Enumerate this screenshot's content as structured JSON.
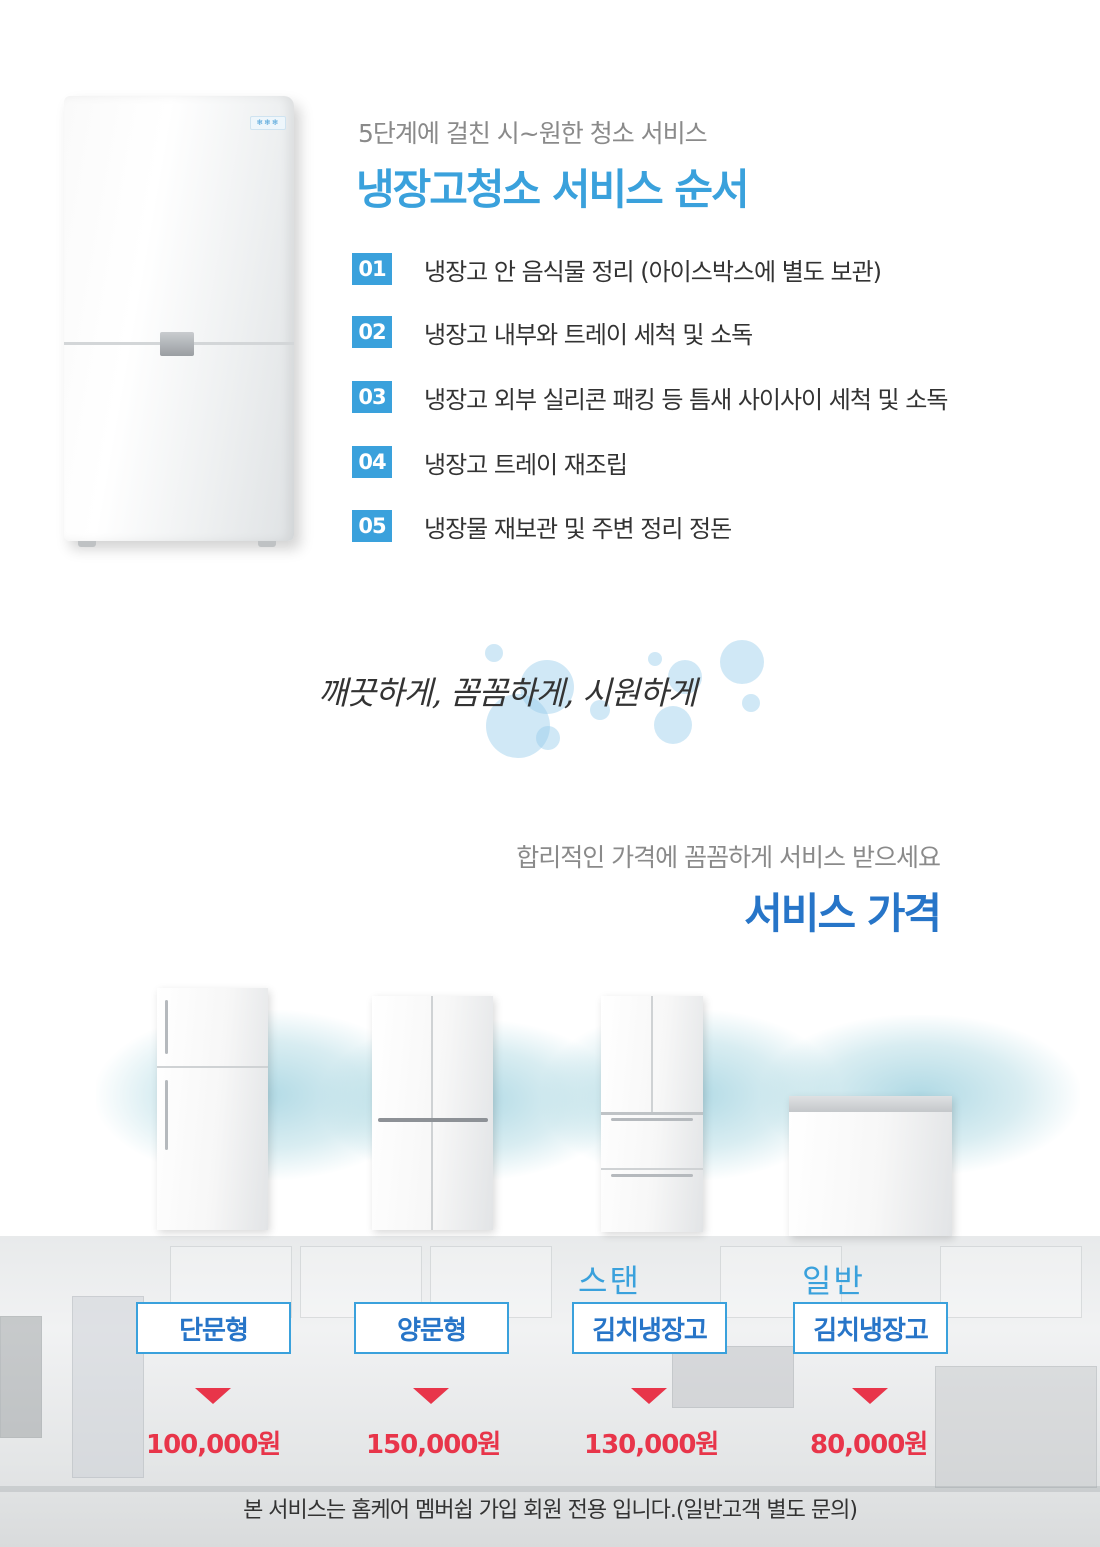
{
  "steps_section": {
    "subtitle": "5단계에 걸친 시~원한 청소 서비스",
    "title": "냉장고청소 서비스 순서",
    "fridge_panel": "❄❄❄",
    "steps": [
      {
        "num": "01",
        "text": "냉장고 안 음식물 정리 (아이스박스에 별도 보관)"
      },
      {
        "num": "02",
        "text": "냉장고 내부와 트레이 세척 및 소독"
      },
      {
        "num": "03",
        "text": "냉장고 외부 실리콘 패킹 등 틈새 사이사이 세척 및 소독"
      },
      {
        "num": "04",
        "text": "냉장고 트레이 재조립"
      },
      {
        "num": "05",
        "text": "냉장물 재보관 및 주변 정리 정돈"
      }
    ]
  },
  "slogan": "깨끗하게, 꼼꼼하게, 시원하게",
  "price_section": {
    "subtitle": "합리적인 가격에 꼼꼼하게 서비스 받으세요",
    "title": "서비스 가격",
    "items": [
      {
        "prefix": "",
        "label": "단문형",
        "price": "100,000원"
      },
      {
        "prefix": "",
        "label": "양문형",
        "price": "150,000원"
      },
      {
        "prefix": "스탠",
        "label": "김치냉장고",
        "price": "130,000원"
      },
      {
        "prefix": "일반",
        "label": "김치냉장고",
        "price": "80,000원"
      }
    ],
    "footnote": "본 서비스는 홈케어 멤버쉽 가입 회원 전용 입니다.(일반고객 별도 문의)"
  },
  "colors": {
    "accent_blue": "#3aa1dc",
    "title_blue": "#2775c8",
    "price_red": "#e8354a"
  }
}
